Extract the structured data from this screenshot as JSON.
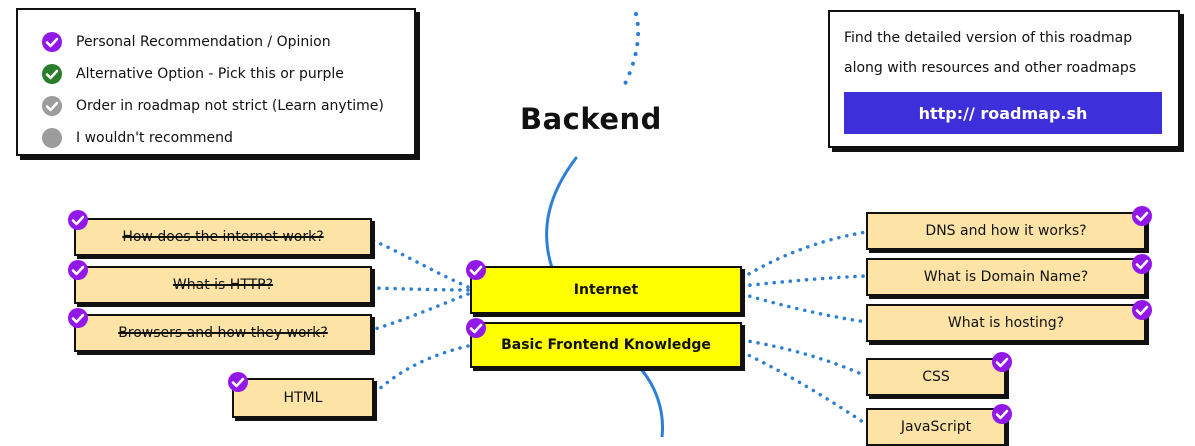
{
  "legend": {
    "items": [
      {
        "label": "Personal Recommendation / Opinion",
        "color": "#9218e8",
        "icon": "check-circle-icon"
      },
      {
        "label": "Alternative Option - Pick this or purple",
        "color": "#2a7d2a",
        "icon": "check-circle-icon"
      },
      {
        "label": "Order in roadmap not strict (Learn anytime)",
        "color": "#9c9c9c",
        "icon": "check-circle-icon"
      },
      {
        "label": "I wouldn't recommend",
        "color": "#9c9c9c",
        "icon": "circle-icon"
      }
    ]
  },
  "info": {
    "line1": "Find the detailed version of this roadmap",
    "line2": "along with resources and other roadmaps",
    "link_label": "http:// roadmap.sh",
    "link_color": "#3d2fd9"
  },
  "title": "Backend",
  "topics": {
    "internet": "Internet",
    "frontend": "Basic Frontend Knowledge"
  },
  "left_nodes": {
    "internet_work": "How does the internet work?",
    "http": "What is HTTP?",
    "browsers": "Browsers and how they work?",
    "html": "HTML"
  },
  "right_nodes": {
    "dns": "DNS and how it works?",
    "domain": "What is Domain Name?",
    "hosting": "What is hosting?",
    "css": "CSS",
    "javascript": "JavaScript"
  },
  "colors": {
    "topic_fill": "#ffff00",
    "subtopic_fill": "#fde4a6",
    "recommend_badge": "#9218e8",
    "connector": "#2b7fd6"
  }
}
